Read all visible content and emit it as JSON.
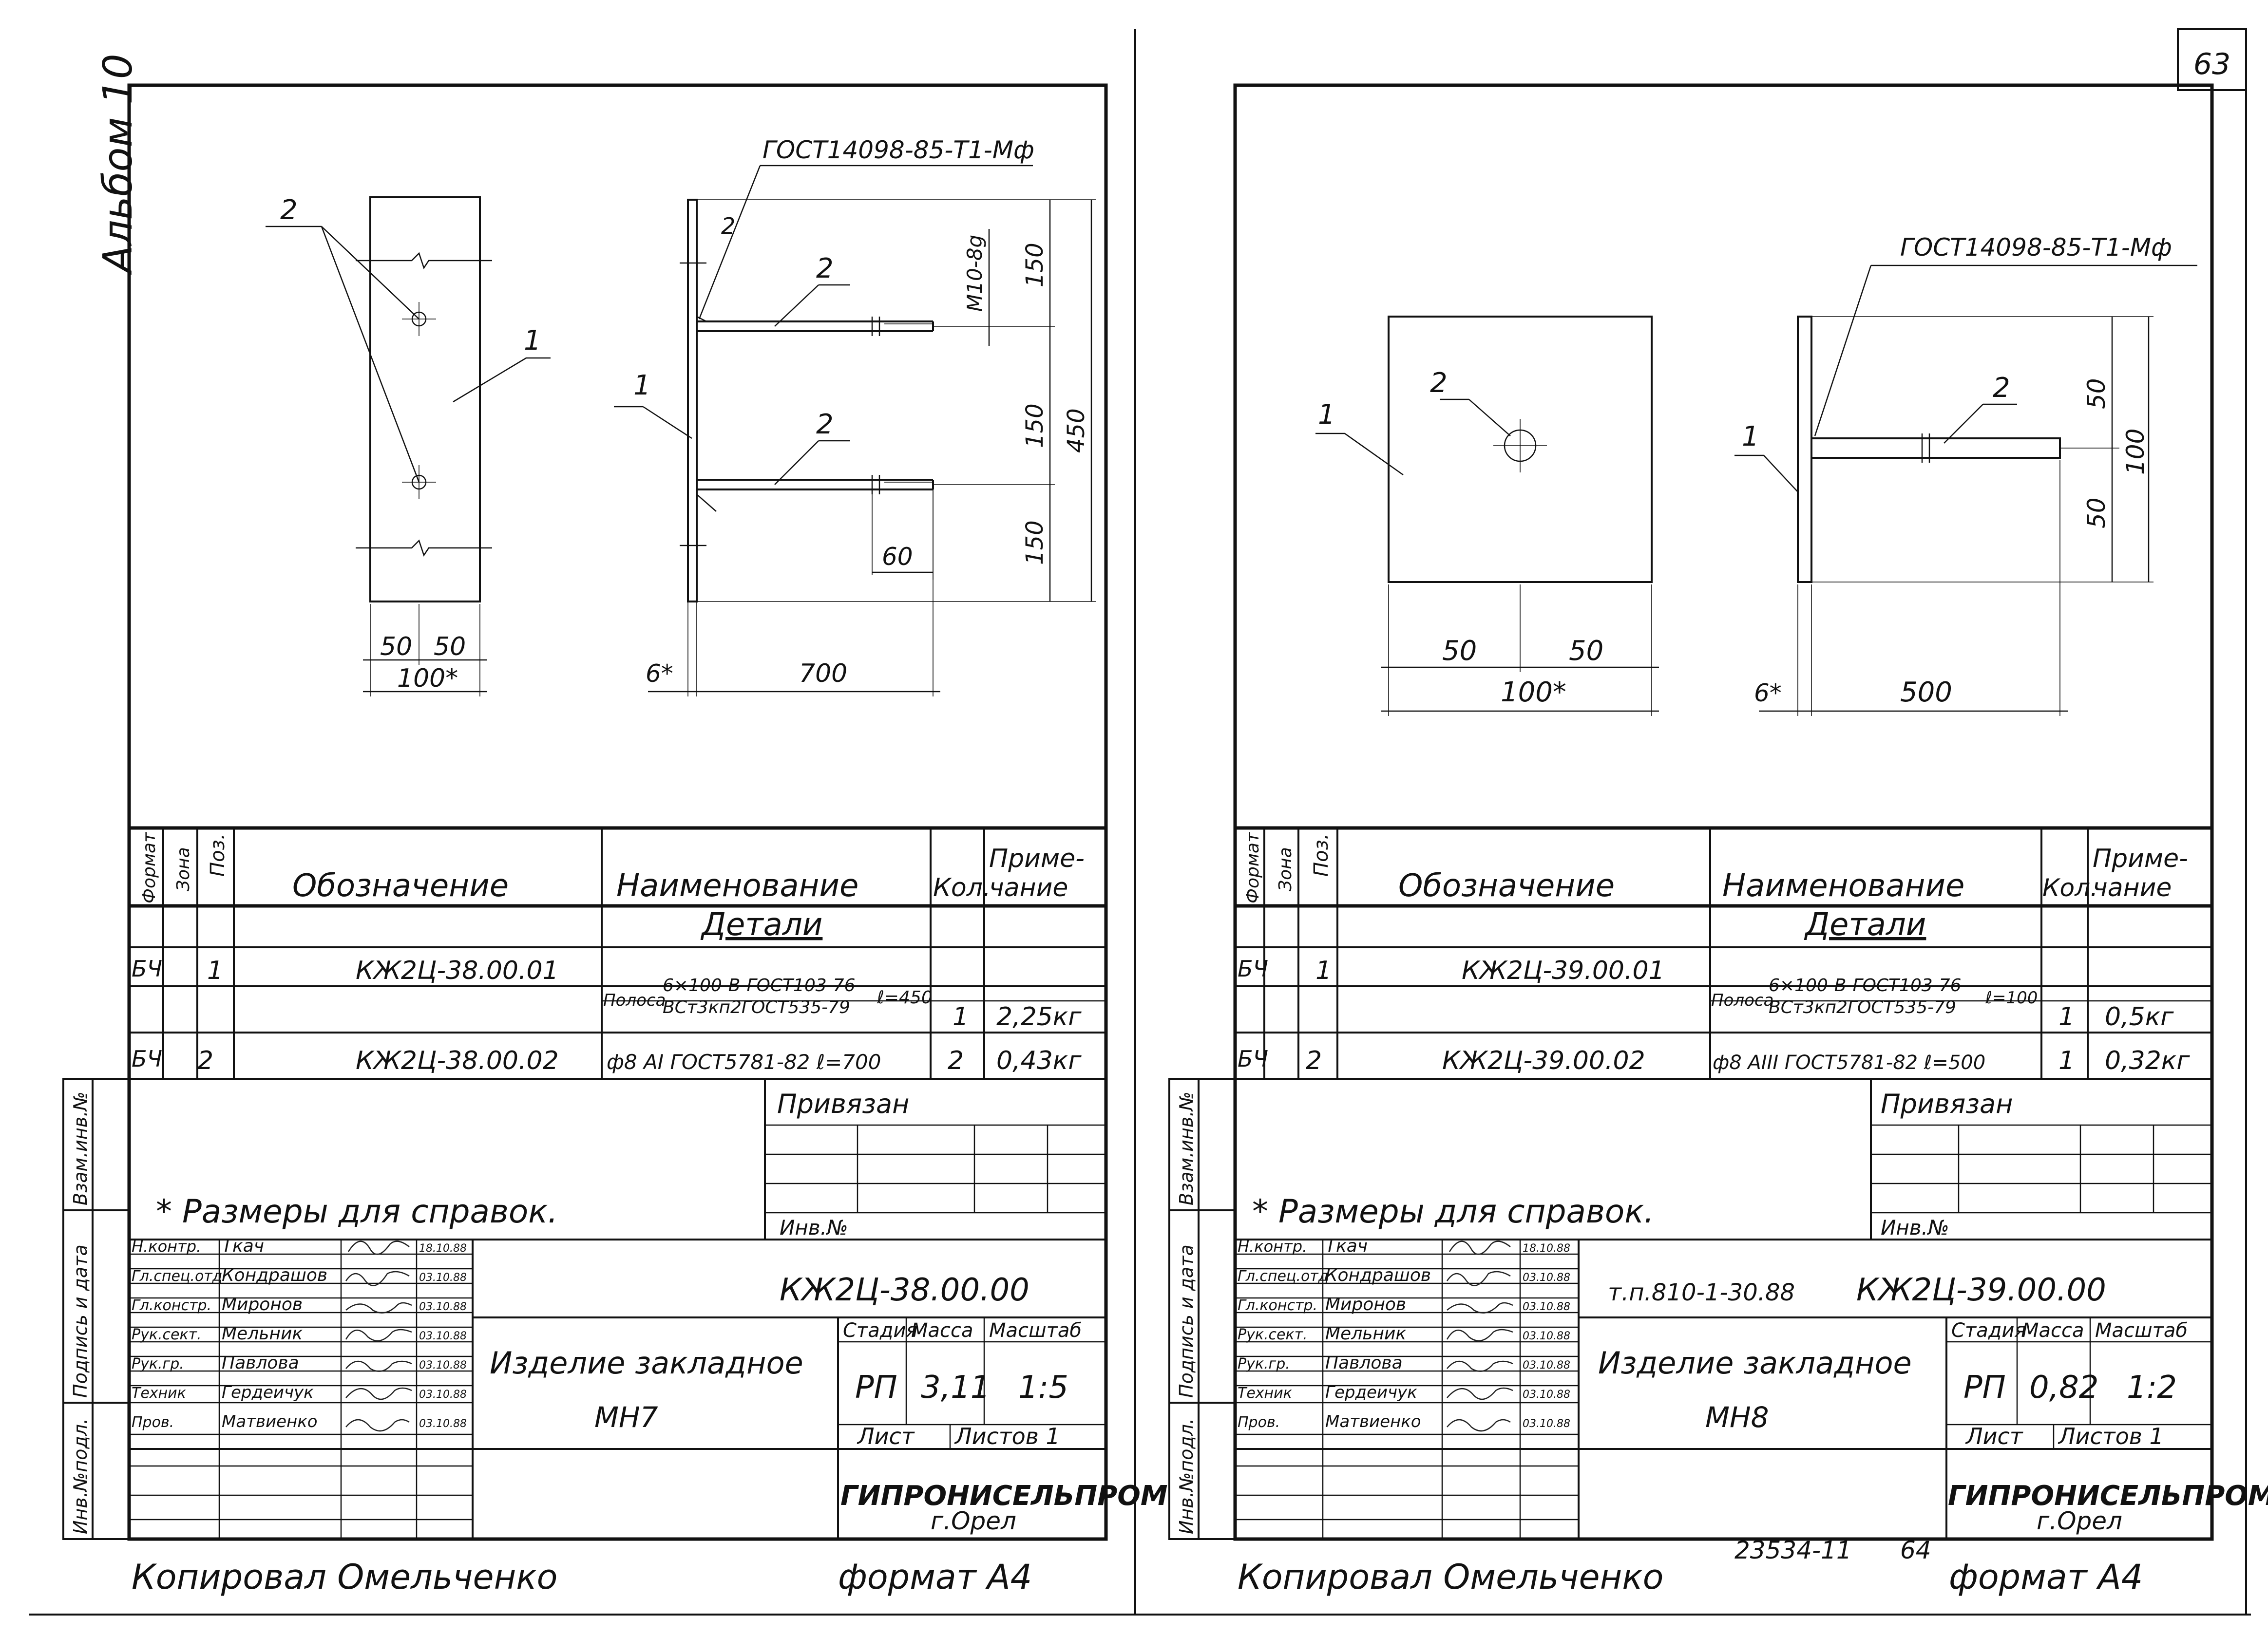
{
  "page_number": "63",
  "album_label": "Альбом 10",
  "bottom_code": "23534-11",
  "bottom_page": "64",
  "copied_by": "Копировал Омельченко",
  "format_label": "формат А4",
  "sheets": [
    {
      "id": "left",
      "gost_label": "ГОСТ14098-85-Т1-Мф",
      "pos_labels": [
        "1",
        "2"
      ],
      "dims": {
        "front_half_a": "50",
        "front_half_b": "50",
        "front_width": "100*",
        "d150_top": "150",
        "d150_mid": "150",
        "d150_bot": "150",
        "d450": "450",
        "m10": "М10-8g",
        "d60": "60",
        "thickness": "6*",
        "bar_length": "700"
      },
      "spec": {
        "headers": {
          "format": "Формат",
          "zone": "Зона",
          "pos": "Поз.",
          "designation": "Обозначение",
          "name": "Наименование",
          "qty": "Кол.",
          "note": "Приме-\nчание"
        },
        "section_title": "Детали",
        "rows": [
          {
            "format": "БЧ",
            "pos": "1",
            "designation": "КЖ2Ц-38.00.01",
            "name_prefix": "Полоса",
            "name_top": "6×100-В-ГОСТ103-76",
            "name_bottom": "ВСт3кп2ГОСТ535-79",
            "length": "ℓ=450",
            "qty": "1",
            "note": "2,25кг"
          },
          {
            "format": "БЧ",
            "pos": "2",
            "designation": "КЖ2Ц-38.00.02",
            "name": "ф8 АI ГОСТ5781-82 ℓ=700",
            "qty": "2",
            "note": "0,43кг"
          }
        ]
      },
      "stamp": {
        "side_labels": [
          "Инв.№подл.",
          "Подпись и дата",
          "Взам.инв.№"
        ],
        "privyazan": "Привязан",
        "inv_no": "Инв.№",
        "note": "* Размеры для справок.",
        "designation": "КЖ2Ц-38.00.00",
        "project_code": "",
        "title_line1": "Изделие закладное",
        "title_line2": "МН7",
        "stage_label": "Стадия",
        "mass_label": "Масса",
        "scale_label": "Масштаб",
        "stage": "РП",
        "mass": "3,11",
        "scale": "1:5",
        "sheet_label": "Лист",
        "sheets_label": "Листов 1",
        "org": "ГИПРОНИСЕЛЬПРОМ",
        "city": "г.Орел",
        "people": [
          {
            "role": "Н.контр.",
            "name": "Ткач",
            "date": "18.10.88"
          },
          {
            "role": "Гл.спец.отд",
            "name": "Кондрашов",
            "date": "03.10.88"
          },
          {
            "role": "Гл.констр.",
            "name": "Миронов",
            "date": "03.10.88"
          },
          {
            "role": "Рук.сект.",
            "name": "Мельник",
            "date": "03.10.88"
          },
          {
            "role": "Рук.гр.",
            "name": "Павлова",
            "date": "03.10.88"
          },
          {
            "role": "Техник",
            "name": "Гердеичук",
            "date": "03.10.88"
          },
          {
            "role": "Пров.",
            "name": "Матвиенко",
            "date": "03.10.88"
          }
        ]
      }
    },
    {
      "id": "right",
      "gost_label": "ГОСТ14098-85-Т1-Мф",
      "pos_labels": [
        "1",
        "2"
      ],
      "dims": {
        "front_half_a": "50",
        "front_half_b": "50",
        "front_width": "100*",
        "d50_top": "50",
        "d50_bot": "50",
        "d100": "100",
        "thickness": "6*",
        "bar_length": "500"
      },
      "spec": {
        "headers": {
          "format": "Формат",
          "zone": "Зона",
          "pos": "Поз.",
          "designation": "Обозначение",
          "name": "Наименование",
          "qty": "Кол.",
          "note": "Приме-\nчание"
        },
        "section_title": "Детали",
        "rows": [
          {
            "format": "БЧ",
            "pos": "1",
            "designation": "КЖ2Ц-39.00.01",
            "name_prefix": "Полоса",
            "name_top": "6×100-В-ГОСТ103-76",
            "name_bottom": "ВСт3кп2ГОСТ535-79",
            "length": "ℓ=100",
            "qty": "1",
            "note": "0,5кг"
          },
          {
            "format": "БЧ",
            "pos": "2",
            "designation": "КЖ2Ц-39.00.02",
            "name": "ф8 АIII ГОСТ5781-82 ℓ=500",
            "qty": "1",
            "note": "0,32кг"
          }
        ]
      },
      "stamp": {
        "side_labels": [
          "Инв.№подл.",
          "Подпись и дата",
          "Взам.инв.№"
        ],
        "privyazan": "Привязан",
        "inv_no": "Инв.№",
        "note": "* Размеры для справок.",
        "designation": "КЖ2Ц-39.00.00",
        "project_code": "т.п.810-1-30.88",
        "title_line1": "Изделие закладное",
        "title_line2": "МН8",
        "stage_label": "Стадия",
        "mass_label": "Масса",
        "scale_label": "Масштаб",
        "stage": "РП",
        "mass": "0,82",
        "scale": "1:2",
        "sheet_label": "Лист",
        "sheets_label": "Листов 1",
        "org": "ГИПРОНИСЕЛЬПРОМ",
        "city": "г.Орел",
        "people": [
          {
            "role": "Н.контр.",
            "name": "Ткач",
            "date": "18.10.88"
          },
          {
            "role": "Гл.спец.отд",
            "name": "Кондрашов",
            "date": "03.10.88"
          },
          {
            "role": "Гл.констр.",
            "name": "Миронов",
            "date": "03.10.88"
          },
          {
            "role": "Рук.сект.",
            "name": "Мельник",
            "date": "03.10.88"
          },
          {
            "role": "Рук.гр.",
            "name": "Павлова",
            "date": "03.10.88"
          },
          {
            "role": "Техник",
            "name": "Гердеичук",
            "date": "03.10.88"
          },
          {
            "role": "Пров.",
            "name": "Матвиенко",
            "date": "03.10.88"
          }
        ]
      }
    }
  ]
}
